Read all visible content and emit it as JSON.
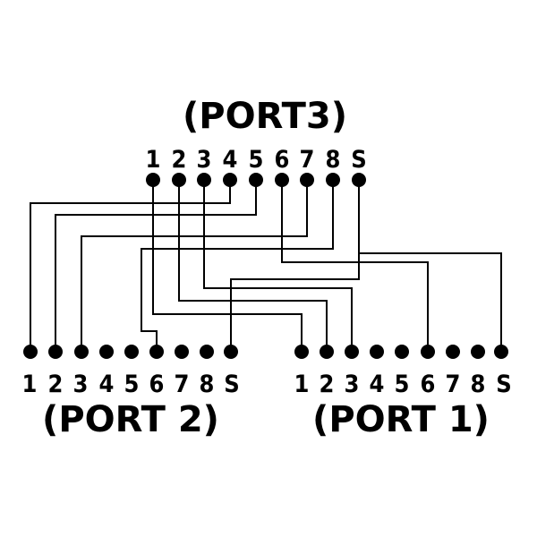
{
  "ports": {
    "port3": {
      "title": "(PORT3)",
      "pins": [
        "1",
        "2",
        "3",
        "4",
        "5",
        "6",
        "7",
        "8",
        "S"
      ]
    },
    "port2": {
      "title": "(PORT 2)",
      "pins": [
        "1",
        "2",
        "3",
        "4",
        "5",
        "6",
        "7",
        "8",
        "S"
      ]
    },
    "port1": {
      "title": "(PORT 1)",
      "pins": [
        "1",
        "2",
        "3",
        "4",
        "5",
        "6",
        "7",
        "8",
        "S"
      ]
    }
  },
  "colors": {
    "ink": "#000000",
    "background": "#ffffff"
  }
}
